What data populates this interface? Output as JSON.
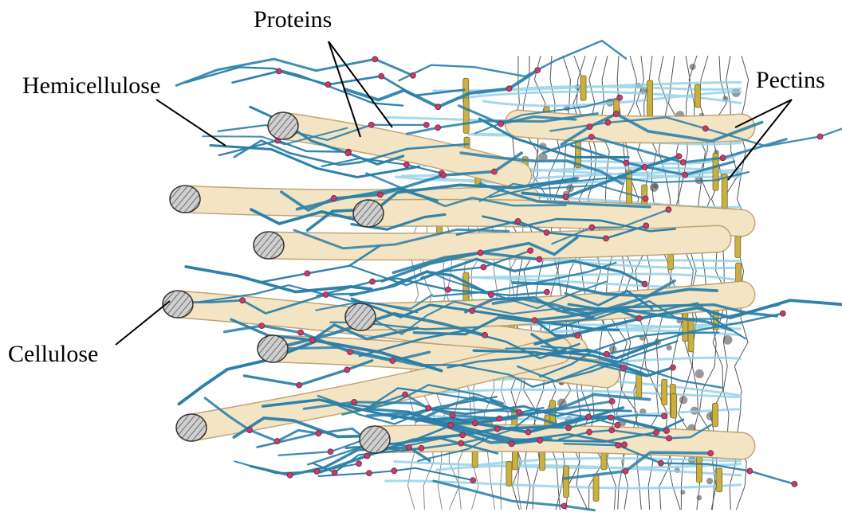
{
  "labels": {
    "proteins": "Proteins",
    "hemicellulose": "Hemicellulose",
    "pectins": "Pectins",
    "cellulose": "Cellulose"
  },
  "colors": {
    "background": "#ffffff",
    "cellulose_fiber": "#f3e4c4",
    "cellulose_end": "#b8b8b8",
    "hemicellulose": "#2b7fa8",
    "hemicellulose_light": "#7cc2de",
    "protein": "#c0406a",
    "pectin_rod": "#c9b040",
    "pectin_line": "#555555"
  }
}
